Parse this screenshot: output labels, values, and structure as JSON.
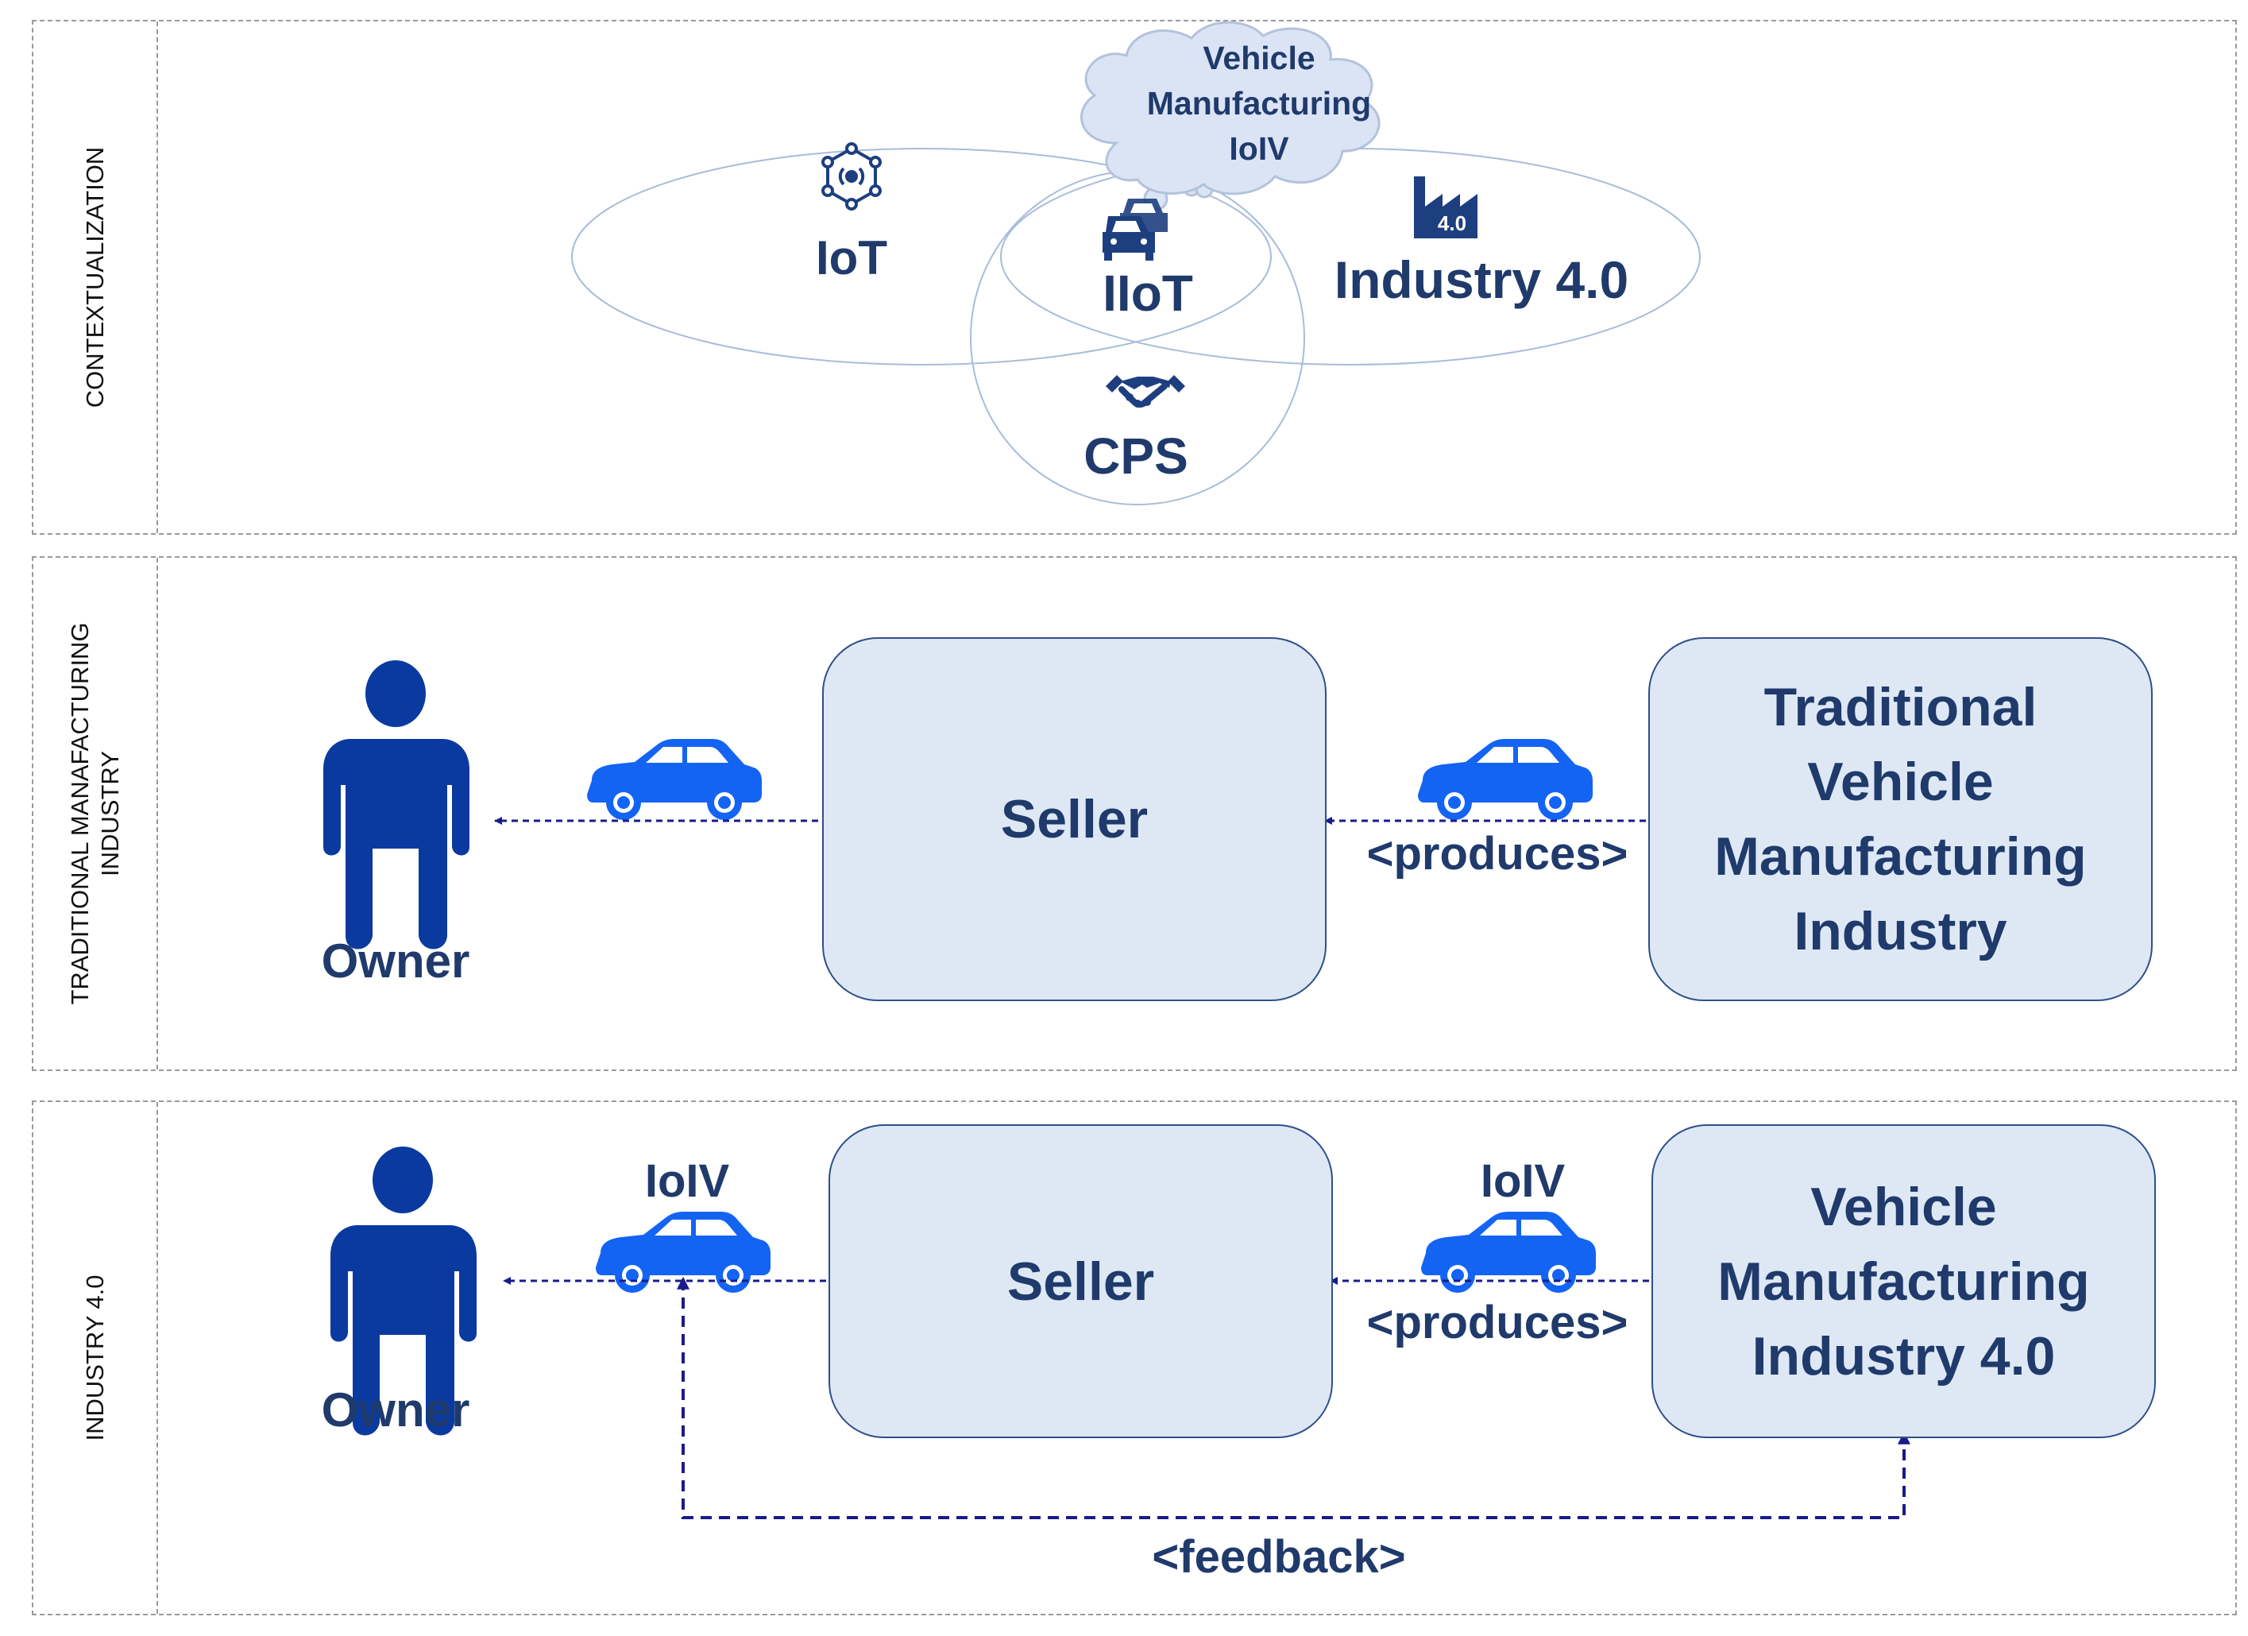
{
  "lanes": {
    "contextualization": "CONTEXTUALIZATION",
    "traditional_line1": "TRADITIONAL MANAFACTURING",
    "traditional_line2": "INDUSTRY",
    "industry40": "INDUSTRY 4.0"
  },
  "context": {
    "cloud_line1": "Vehicle",
    "cloud_line2": "Manufacturing",
    "cloud_line3": "IoIV",
    "iot": "IoT",
    "iiot": "IIoT",
    "industry40": "Industry 4.0",
    "industry_badge": "4.0",
    "cps": "CPS"
  },
  "traditional": {
    "owner": "Owner",
    "seller": "Seller",
    "produces": "<produces>",
    "industry_line1": "Traditional",
    "industry_line2": "Vehicle",
    "industry_line3": "Manufacturing",
    "industry_line4": "Industry"
  },
  "modern": {
    "owner": "Owner",
    "ioiv_left": "IoIV",
    "ioiv_right": "IoIV",
    "seller": "Seller",
    "produces": "<produces>",
    "industry_line1": "Vehicle",
    "industry_line2": "Manufacturing",
    "industry_line3": "Industry 4.0",
    "feedback": "<feedback>"
  },
  "colors": {
    "icon_blue": "#1464f4",
    "person_blue": "#0a3aa0",
    "text_navy": "#1f3a6b",
    "box_fill": "#dee8f5",
    "arrow_navy": "#1a1a8c"
  }
}
